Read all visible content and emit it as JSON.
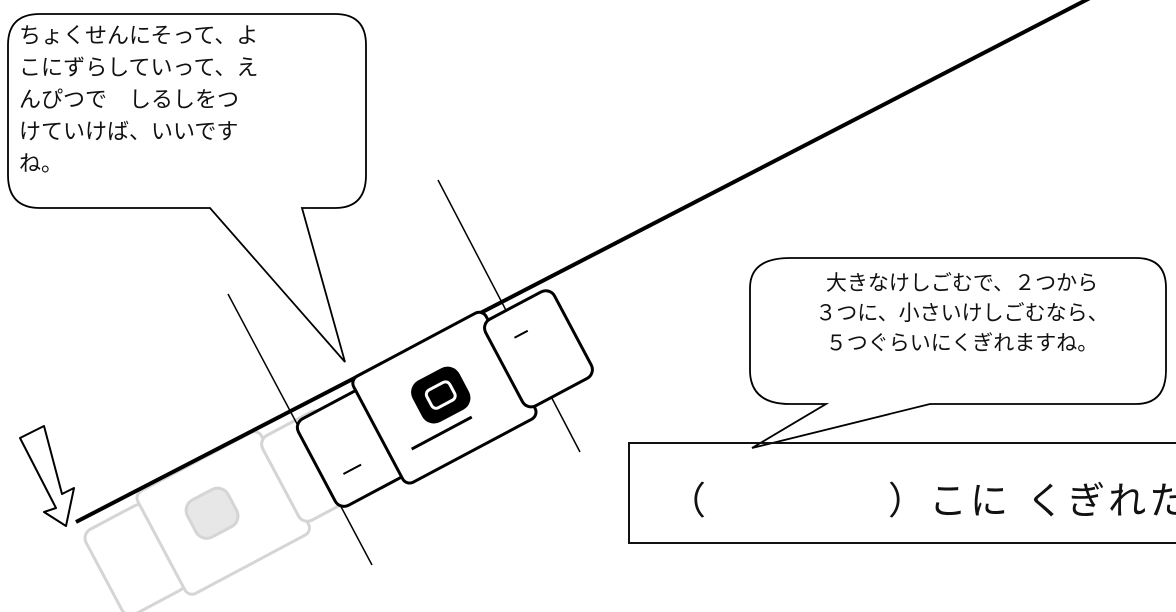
{
  "bubble_left": {
    "lines": [
      "ちょくせんにそって、よ",
      "こにずらしていって、え",
      "んぴつで　しるしをつ",
      "けていけば、いいです",
      "ね。"
    ]
  },
  "bubble_right": {
    "lines": [
      "大きなけしごむで、２つから",
      "３つに、小さいけしごむなら、",
      "５つぐらいにくぎれますね。"
    ]
  },
  "answer": {
    "open_paren": "（",
    "close_text": "）こに くぎれた"
  }
}
